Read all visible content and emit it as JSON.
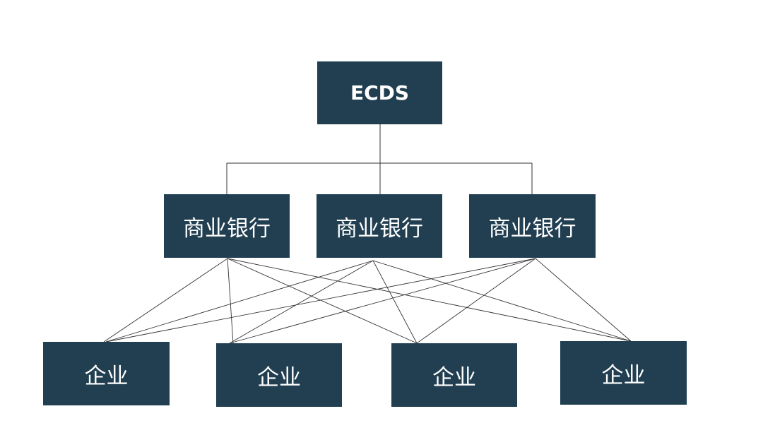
{
  "diagram": {
    "root": {
      "label": "ECDS"
    },
    "banks": [
      {
        "label": "商业银行"
      },
      {
        "label": "商业银行"
      },
      {
        "label": "商业银行"
      }
    ],
    "enterprises": [
      {
        "label": "企业"
      },
      {
        "label": "企业"
      },
      {
        "label": "企业"
      },
      {
        "label": "企业"
      }
    ],
    "colors": {
      "node_fill": "#213f51",
      "node_text": "#ffffff",
      "line": "#333333"
    }
  }
}
